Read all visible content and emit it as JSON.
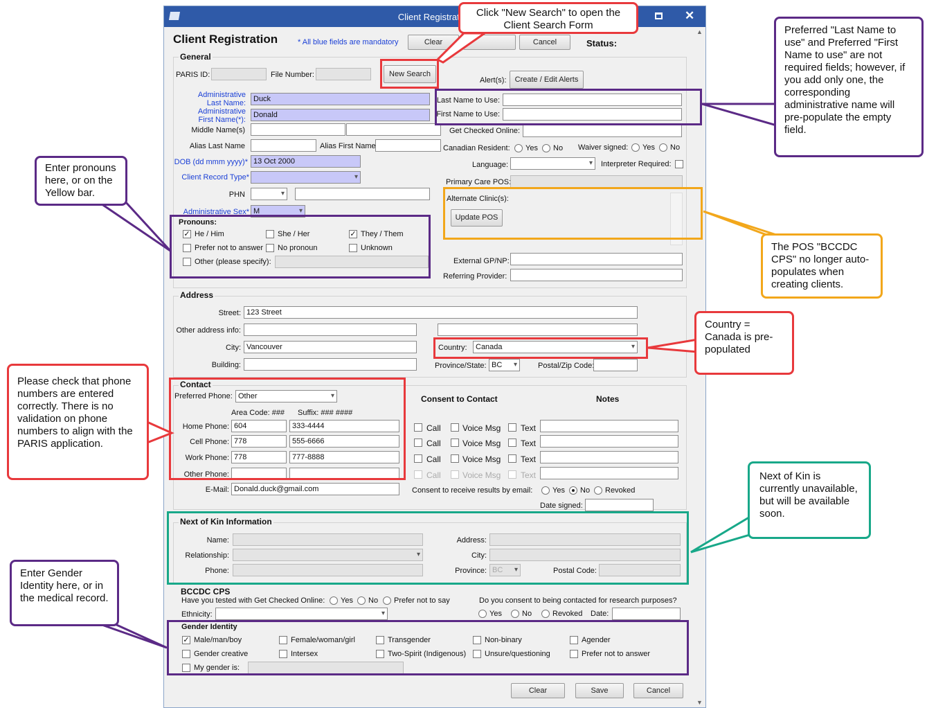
{
  "window": {
    "title": "Client Registration",
    "form_title": "Client Registration",
    "mandatory_note": "* All blue fields are mandatory",
    "status_label": "Status:",
    "clear": "Clear",
    "cancel": "Cancel",
    "new_search": "New Search",
    "save": "Save"
  },
  "general": {
    "heading": "General",
    "paris_id": "PARIS ID:",
    "file_number": "File Number:",
    "alerts": "Alert(s):",
    "create_alerts": "Create / Edit Alerts",
    "admin_last1": "Administrative",
    "admin_last2": "Last Name:",
    "admin_last_val": "Duck",
    "admin_first1": "Administrative",
    "admin_first2": "First Name(*):",
    "admin_first_val": "Donald",
    "last_to_use": "Last Name to Use:",
    "first_to_use": "First Name to Use:",
    "middle": "Middle Name(s)",
    "get_checked": "Get Checked Online:",
    "alias_last": "Alias Last Name",
    "alias_first": "Alias First Name",
    "canadian_resident": "Canadian Resident:",
    "yes": "Yes",
    "no": "No",
    "waiver": "Waiver signed:",
    "dob": "DOB (dd mmm yyyy)*",
    "dob_val": "13 Oct 2000",
    "language": "Language:",
    "interpreter": "Interpreter Required:",
    "client_type": "Client Record Type*",
    "primary_pos": "Primary Care POS:",
    "phn": "PHN",
    "alt_clinic": "Alternate Clinic(s):",
    "update_pos": "Update POS",
    "admin_sex": "Administrative Sex*",
    "admin_sex_val": "M",
    "external_gp": "External GP/NP:",
    "referring": "Referring Provider:"
  },
  "pronouns": {
    "heading": "Pronouns:",
    "items": [
      "He / Him",
      "She / Her",
      "They / Them",
      "Prefer not to answer",
      "No pronoun",
      "Unknown",
      "Other (please specify):"
    ]
  },
  "address": {
    "heading": "Address",
    "street": "Street:",
    "street_val": "123 Street",
    "other_info": "Other address info:",
    "city": "City:",
    "city_val": "Vancouver",
    "country": "Country:",
    "country_val": "Canada",
    "building": "Building:",
    "province": "Province/State:",
    "province_val": "BC",
    "postal": "Postal/Zip Code:"
  },
  "contact": {
    "heading": "Contact",
    "preferred": "Preferred Phone:",
    "preferred_val": "Other",
    "area": "Area Code: ###",
    "suffix": "Suffix: ### ####",
    "home": "Home Phone:",
    "home_area": "604",
    "home_num": "333-4444",
    "cell": "Cell Phone:",
    "cell_area": "778",
    "cell_num": "555-6666",
    "work": "Work Phone:",
    "work_area": "778",
    "work_num": "777-8888",
    "other": "Other Phone:",
    "email": "E-Mail:",
    "email_val": "Donald.duck@gmail.com",
    "consent_heading": "Consent to Contact",
    "notes_heading": "Notes",
    "call": "Call",
    "voice": "Voice Msg",
    "text": "Text",
    "consent_email": "Consent to receive results by email:",
    "revoked": "Revoked",
    "date_signed": "Date signed:"
  },
  "nok": {
    "heading": "Next of Kin Information",
    "name": "Name:",
    "relationship": "Relationship:",
    "phone": "Phone:",
    "address": "Address:",
    "city": "City:",
    "province": "Province:",
    "province_val": "BC",
    "postal": "Postal Code:"
  },
  "cps": {
    "heading": "BCCDC CPS",
    "tested": "Have you tested with Get Checked Online:",
    "prefer": "Prefer not to say",
    "research": "Do you consent to being contacted for research purposes?",
    "ethnicity": "Ethnicity:",
    "date": "Date:"
  },
  "gender": {
    "heading": "Gender Identity",
    "items": [
      "Male/man/boy",
      "Female/woman/girl",
      "Transgender",
      "Non-binary",
      "Agender",
      "Gender creative",
      "Intersex",
      "Two-Spirit (Indigenous)",
      "Unsure/questioning",
      "Prefer not to answer"
    ],
    "my_gender": "My gender is:"
  },
  "callouts": {
    "new_search": "Click \"New Search\" to open the Client Search Form",
    "preferred": "Preferred \"Last Name to use\" and Preferred \"First Name to use\" are not required fields; however, if you add only one, the corresponding administrative name will pre-populate the empty field.",
    "pronouns": "Enter pronouns here, or on the Yellow bar.",
    "pos": "The POS \"BCCDC CPS\" no longer auto-populates when creating clients.",
    "country": "Country = Canada is pre-populated",
    "phone": "Please check that phone numbers are entered correctly.  There is no validation on phone numbers to align with the PARIS application.",
    "nok": "Next of Kin is currently unavailable, but will be available soon.",
    "gender": "Enter Gender Identity here, or in the medical record."
  },
  "colors": {
    "purple": "#5b2a86",
    "red": "#e8393c",
    "orange": "#f2a71b",
    "teal": "#18a889"
  }
}
